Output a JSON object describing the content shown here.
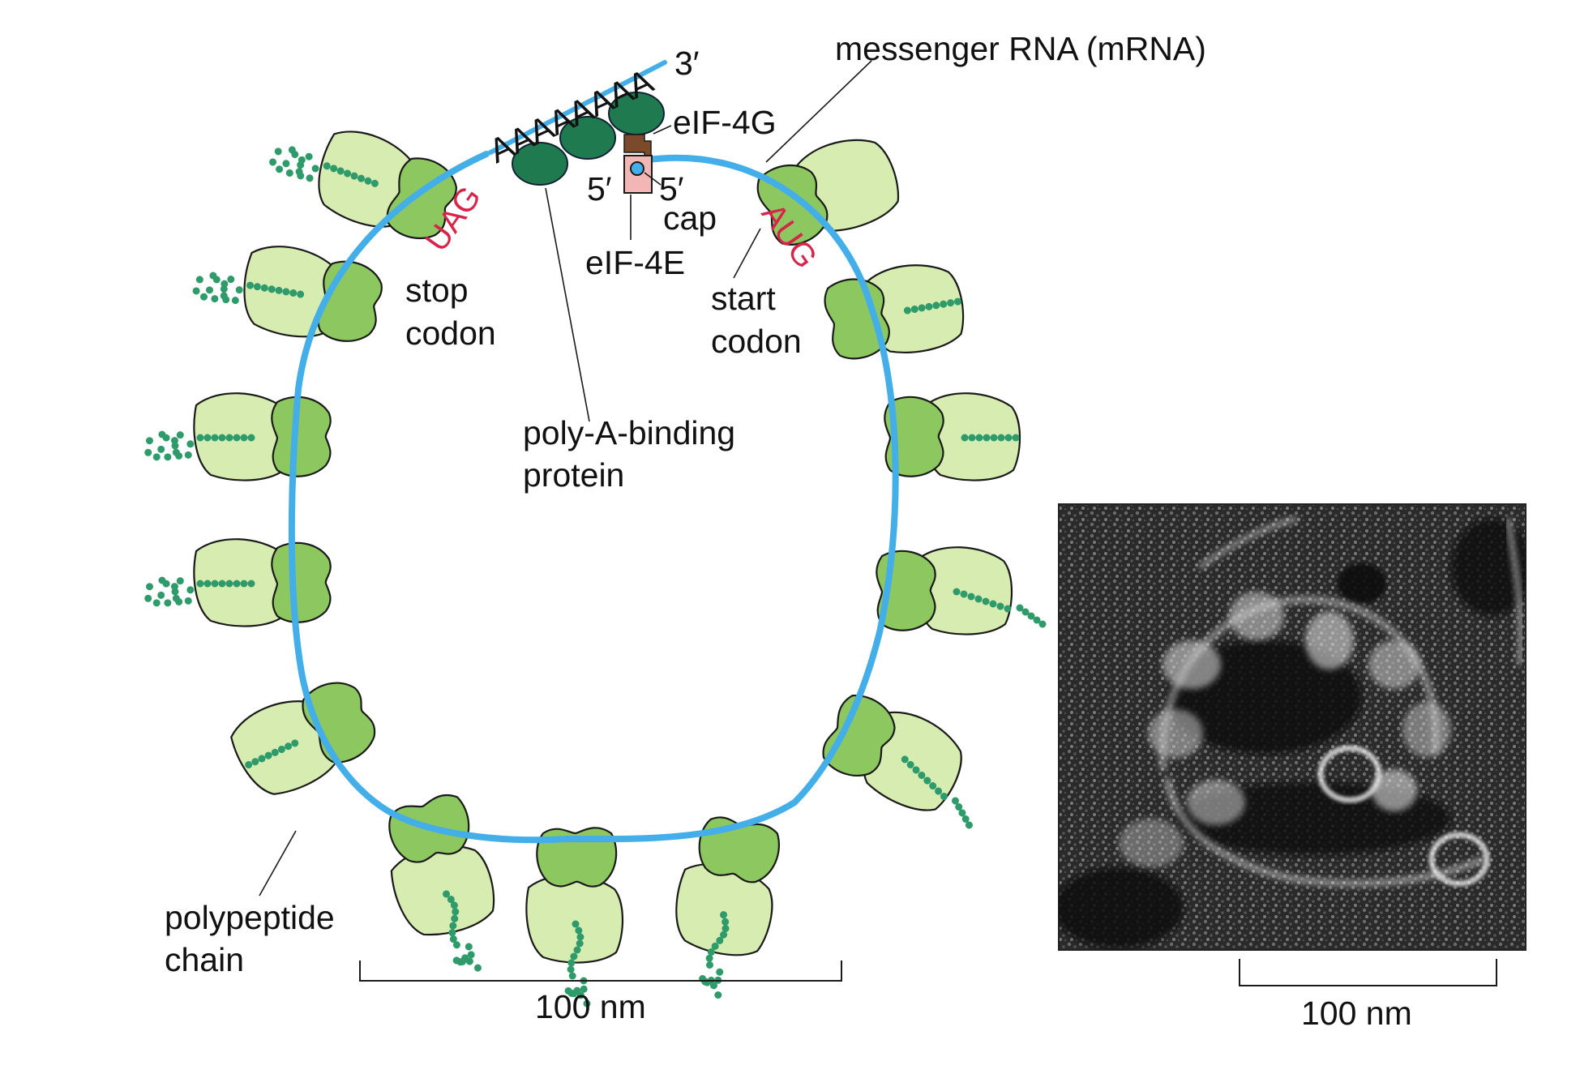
{
  "labels": {
    "mrna": "messenger RNA (mRNA)",
    "three_prime": "3′",
    "poly_a": "AAAAAAAA",
    "eif4g": "eIF-4G",
    "five_prime_left": "5′",
    "five_prime_right": "5′",
    "cap": "cap",
    "eif4e": "eIF-4E",
    "uag": "UAG",
    "aug": "AUG",
    "stop": "stop",
    "stop_codon": "codon",
    "start": "start",
    "start_codon": "codon",
    "pabp_line1": "poly-A-binding",
    "pabp_line2": "protein",
    "polypeptide_line1": "polypeptide",
    "polypeptide_line2": "chain",
    "scale_left": "100 nm",
    "scale_right": "100 nm"
  },
  "colors": {
    "mrna": "#43aee8",
    "ribosome_large_subunit": "#d6ecb0",
    "ribosome_small_subunit": "#8cc760",
    "poly_a_binding_protein": "#1f7a4f",
    "polypeptide": "#2f9a6a",
    "eif4g": "#7a4a2a",
    "eif4e": "#f2b7b4",
    "codon_text": "#d6244a"
  }
}
